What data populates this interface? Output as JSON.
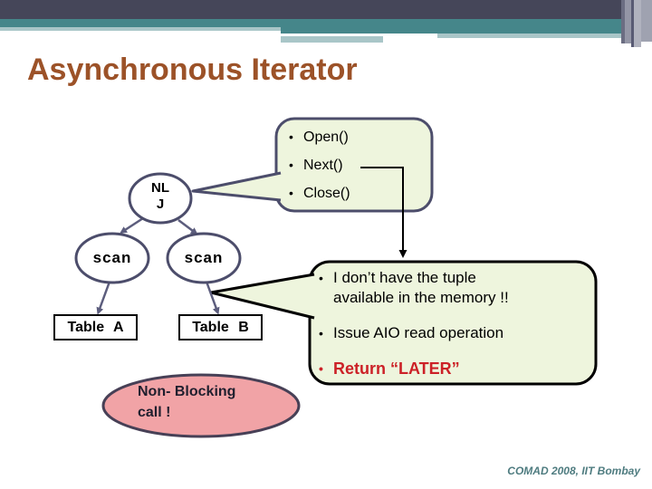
{
  "header": {
    "title": "Asynchronous Iterator"
  },
  "iterator_callout": {
    "items": [
      "Open()",
      "Next()",
      "Close()"
    ]
  },
  "next_callout": {
    "items": [
      "I don’t have the tuple available in the memory !!",
      "Issue AIO read operation",
      "Return “LATER”"
    ]
  },
  "tree": {
    "root_line1": "NL",
    "root_line2": "J",
    "left_scan": "scan",
    "right_scan": "scan",
    "left_table": "Table A",
    "right_table": "Table B"
  },
  "note": {
    "line1": "Non- Blocking",
    "line2": "call !"
  },
  "footer": {
    "credit": "COMAD 2008, IIT Bombay"
  },
  "colors": {
    "title_brown": "#9c5228",
    "banner_dark": "#454659",
    "banner_teal": "#45868a",
    "banner_light_teal": "#a9c6c8",
    "callout_fill": "#eef5dd",
    "callout_border_slate": "#4c4d6b",
    "node_border": "#4c4d6b",
    "tree_edge": "#5c5d7d",
    "note_pink": "#f1a3a6",
    "highlight_red": "#cc2127",
    "footer_teal": "#4f7c80"
  }
}
